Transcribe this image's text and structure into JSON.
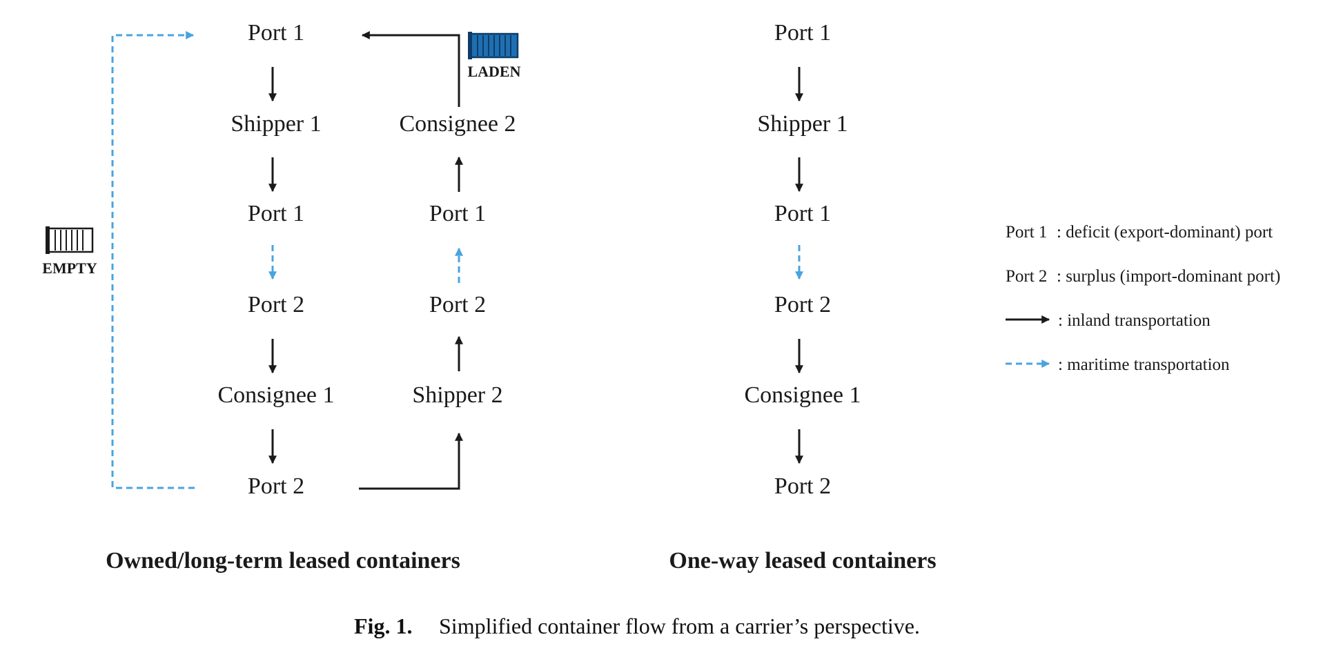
{
  "colors": {
    "inland": "#1a1a1a",
    "maritime": "#4aa3df",
    "container_blue": "#1f6fb2"
  },
  "left_panel": {
    "title": "Owned/long-term leased containers",
    "col1": [
      "Port 1",
      "Shipper 1",
      "Port 1",
      "Port 2",
      "Consignee 1",
      "Port 2"
    ],
    "col2": [
      "Consignee 2",
      "Port 1",
      "Port 2",
      "Shipper 2"
    ],
    "empty_label": "EMPTY",
    "laden_label": "LADEN"
  },
  "right_panel": {
    "title": "One-way leased containers",
    "col": [
      "Port 1",
      "Shipper 1",
      "Port 1",
      "Port 2",
      "Consignee 1",
      "Port 2"
    ]
  },
  "legend": {
    "port1_term": "Port 1",
    "port1_desc": ": deficit (export-dominant) port",
    "port2_term": "Port 2",
    "port2_desc": ": surplus (import-dominant port)",
    "inland_desc": ": inland transportation",
    "maritime_desc": ": maritime transportation"
  },
  "caption": {
    "label": "Fig. 1.",
    "text": "Simplified container flow from a carrier’s perspective."
  },
  "icons": {
    "empty_container": "empty-container-icon",
    "laden_container": "laden-container-icon"
  }
}
